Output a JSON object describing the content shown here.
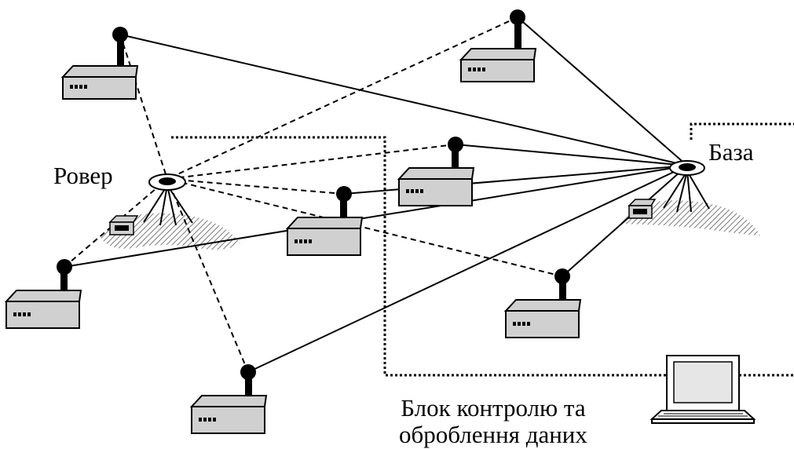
{
  "labels": {
    "rover": "Ровер",
    "base": "База",
    "unit_line1": "Блок контролю та",
    "unit_line2": "оброблення даних"
  },
  "colors": {
    "stroke": "#000000",
    "device_fill": "#d0d0d0",
    "ground_hatch": "#7a7a7a",
    "screen_fill": "#e6e6e6"
  },
  "icons": {
    "transmitter": "pseudolite-transmitter-icon",
    "receiver": "gnss-receiver-icon",
    "laptop": "laptop-icon"
  },
  "transmitter_count": 7
}
